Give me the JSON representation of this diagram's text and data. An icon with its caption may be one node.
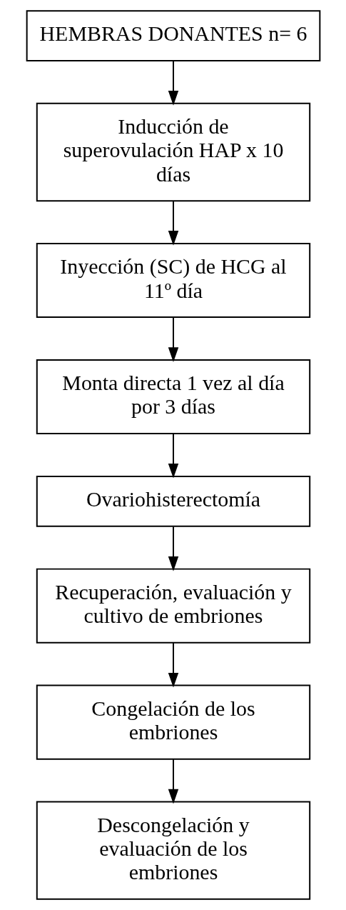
{
  "diagram": {
    "nodes": [
      {
        "text": [
          "HEMBRAS DONANTES n= 6"
        ]
      },
      {
        "text": [
          "Inducción de superovulación HAP x 10 días"
        ]
      },
      {
        "text": [
          "Inyección (SC) de HCG al 11º día"
        ]
      },
      {
        "text": [
          "Monta directa 1 vez al día por 3 días"
        ]
      },
      {
        "text": [
          "Ovariohisterectomía"
        ]
      },
      {
        "text": [
          "Recuperación, evaluación y cultivo de embriones"
        ]
      },
      {
        "text": [
          "Congelación de los embriones"
        ]
      },
      {
        "text": [
          "Descongelación y evaluación de los embriones"
        ]
      }
    ],
    "edges": [
      {
        "from": 0,
        "to": 1,
        "arrow": "to"
      },
      {
        "from": 1,
        "to": 2,
        "arrow": "to"
      },
      {
        "from": 2,
        "to": 3,
        "arrow": "to"
      },
      {
        "from": 3,
        "to": 4,
        "arrow": "to"
      },
      {
        "from": 4,
        "to": 5,
        "arrow": "to"
      },
      {
        "from": 5,
        "to": 6,
        "arrow": "to"
      },
      {
        "from": 6,
        "to": 7,
        "arrow": "to"
      }
    ]
  }
}
